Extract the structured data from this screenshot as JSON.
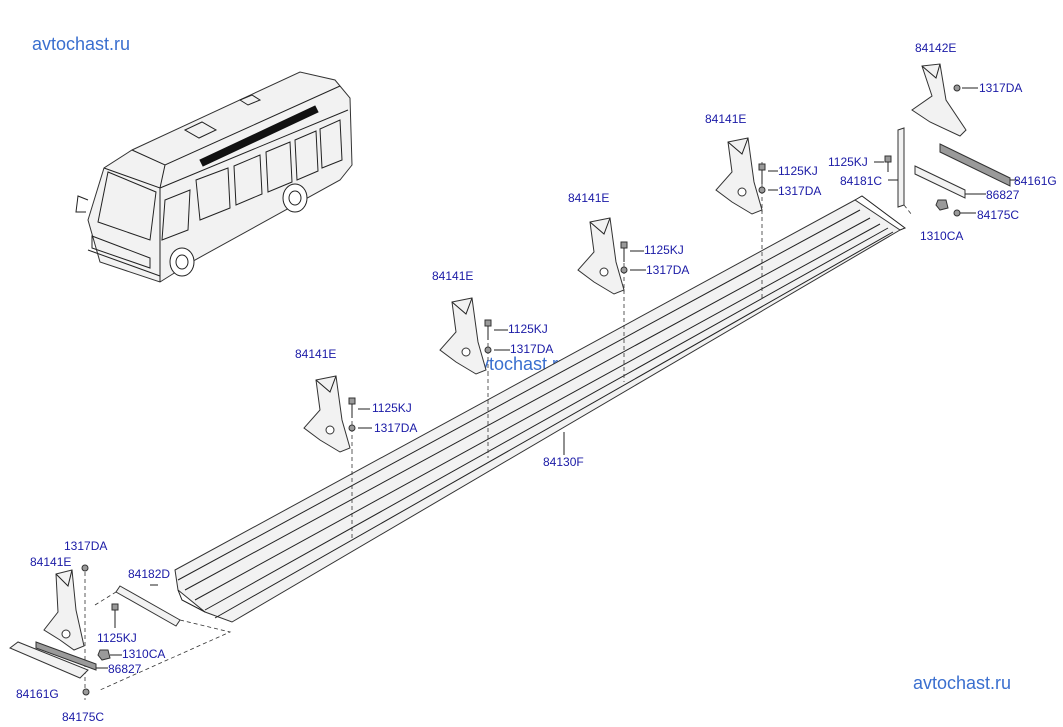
{
  "watermarks": {
    "top_left": "avtochast.ru",
    "center": "avtochast.ru",
    "bottom_right": "avtochast.ru"
  },
  "labels": {
    "p84142E": "84142E",
    "p1317DA_top": "1317DA",
    "p1125KJ_right": "1125KJ",
    "p84181C": "84181C",
    "p84161G_right": "84161G",
    "p86827_right": "86827",
    "p84175C_right": "84175C",
    "p1310CA_right": "1310CA",
    "b1_84141E": "84141E",
    "b1_1125KJ": "1125KJ",
    "b1_1317DA": "1317DA",
    "b2_84141E": "84141E",
    "b2_1125KJ": "1125KJ",
    "b2_1317DA": "1317DA",
    "b3_84141E": "84141E",
    "b3_1125KJ": "1125KJ",
    "b3_1317DA": "1317DA",
    "b4_84141E": "84141E",
    "b4_1125KJ": "1125KJ",
    "b4_1317DA": "1317DA",
    "p84130F": "84130F",
    "l_1317DA": "1317DA",
    "l_84141E": "84141E",
    "l_84182D": "84182D",
    "l_1125KJ": "1125KJ",
    "l_1310CA": "1310CA",
    "l_86827": "86827",
    "l_84161G": "84161G",
    "l_84175C": "84175C"
  }
}
